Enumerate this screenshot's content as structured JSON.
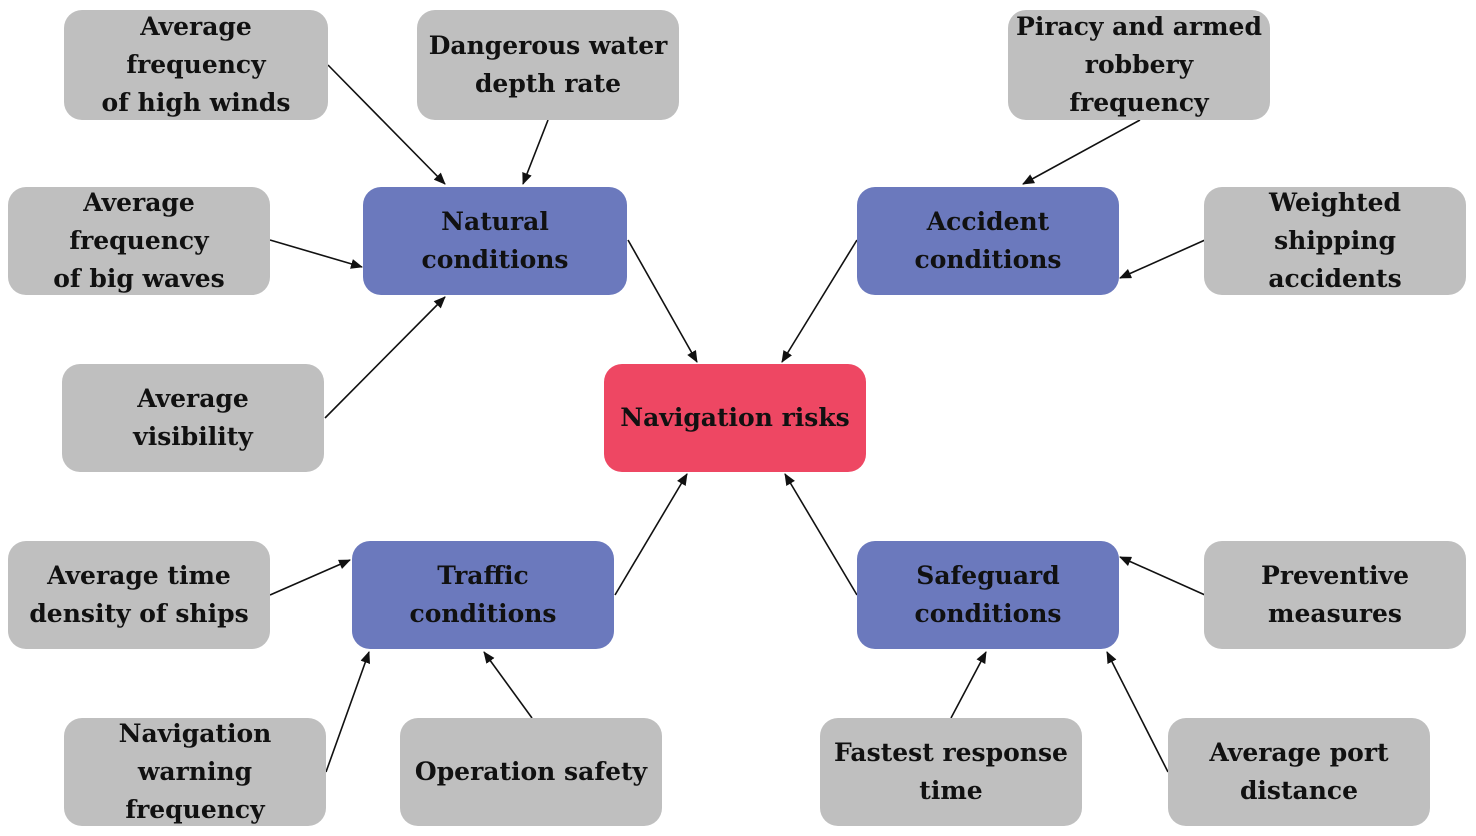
{
  "root": {
    "text": "Navigation risks",
    "color": "#ee4763"
  },
  "categories": [
    {
      "id": "natural",
      "text": "Natural\nconditions"
    },
    {
      "id": "accident",
      "text": "Accident\nconditions"
    },
    {
      "id": "traffic",
      "text": "Traffic\nconditions"
    },
    {
      "id": "safeguard",
      "text": "Safeguard\nconditions"
    }
  ],
  "indicators": [
    {
      "id": "high-winds",
      "text": "Average frequency\nof high winds",
      "parent": "natural"
    },
    {
      "id": "water-depth",
      "text": "Dangerous water\ndepth rate",
      "parent": "natural"
    },
    {
      "id": "big-waves",
      "text": "Average frequency\nof big waves",
      "parent": "natural"
    },
    {
      "id": "visibility",
      "text": "Average\nvisibility",
      "parent": "natural"
    },
    {
      "id": "piracy",
      "text": "Piracy and armed\nrobbery frequency",
      "parent": "accident"
    },
    {
      "id": "shipping-acc",
      "text": "Weighted shipping\naccidents",
      "parent": "accident"
    },
    {
      "id": "time-density",
      "text": "Average time\ndensity of ships",
      "parent": "traffic"
    },
    {
      "id": "nav-warning",
      "text": "Navigation\nwarning frequency",
      "parent": "traffic"
    },
    {
      "id": "operation",
      "text": "Operation safety",
      "parent": "traffic"
    },
    {
      "id": "preventive",
      "text": "Preventive\nmeasures",
      "parent": "safeguard"
    },
    {
      "id": "response-time",
      "text": "Fastest response\ntime",
      "parent": "safeguard"
    },
    {
      "id": "port-distance",
      "text": "Average port\ndistance",
      "parent": "safeguard"
    }
  ],
  "colors": {
    "indicator": "#bfbfbf",
    "category": "#6b79bd",
    "root": "#ee4763",
    "arrow": "#111111"
  }
}
